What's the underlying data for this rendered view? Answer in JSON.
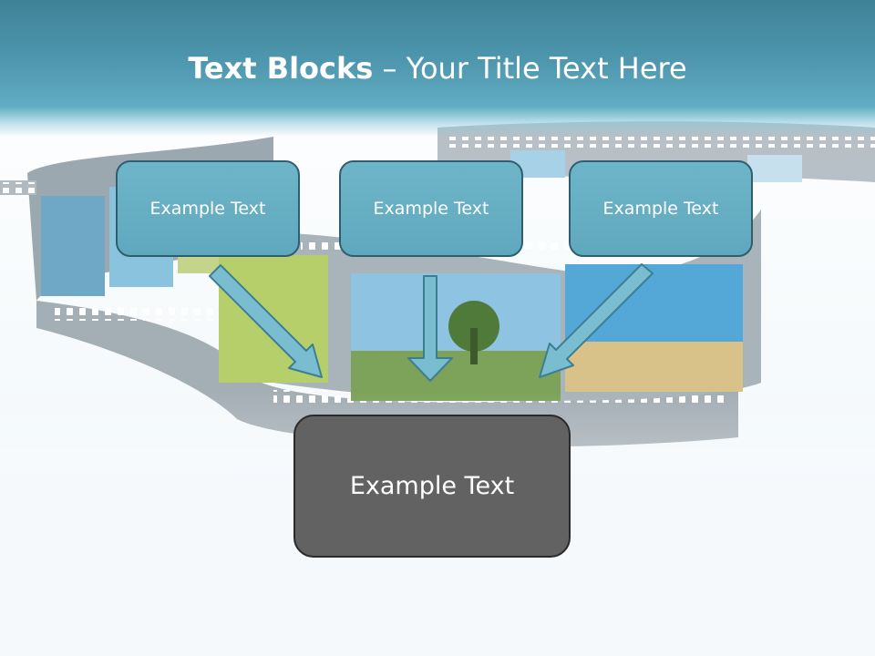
{
  "slide": {
    "title_bold": "Text Blocks",
    "title_dash": " – ",
    "title_rest": "Your Title Text Here"
  },
  "blocks": {
    "left": "Example Text",
    "center": "Example Text",
    "right": "Example Text",
    "bottom": "Example Text"
  },
  "colors": {
    "title_band": "#4e97ae",
    "top_box_fill": "#64abc0",
    "top_box_border": "#2f5f6f",
    "bottom_box_fill": "#626262",
    "arrow_fill": "#7bbdd0"
  },
  "background": {
    "image": "filmstrip-photos"
  }
}
